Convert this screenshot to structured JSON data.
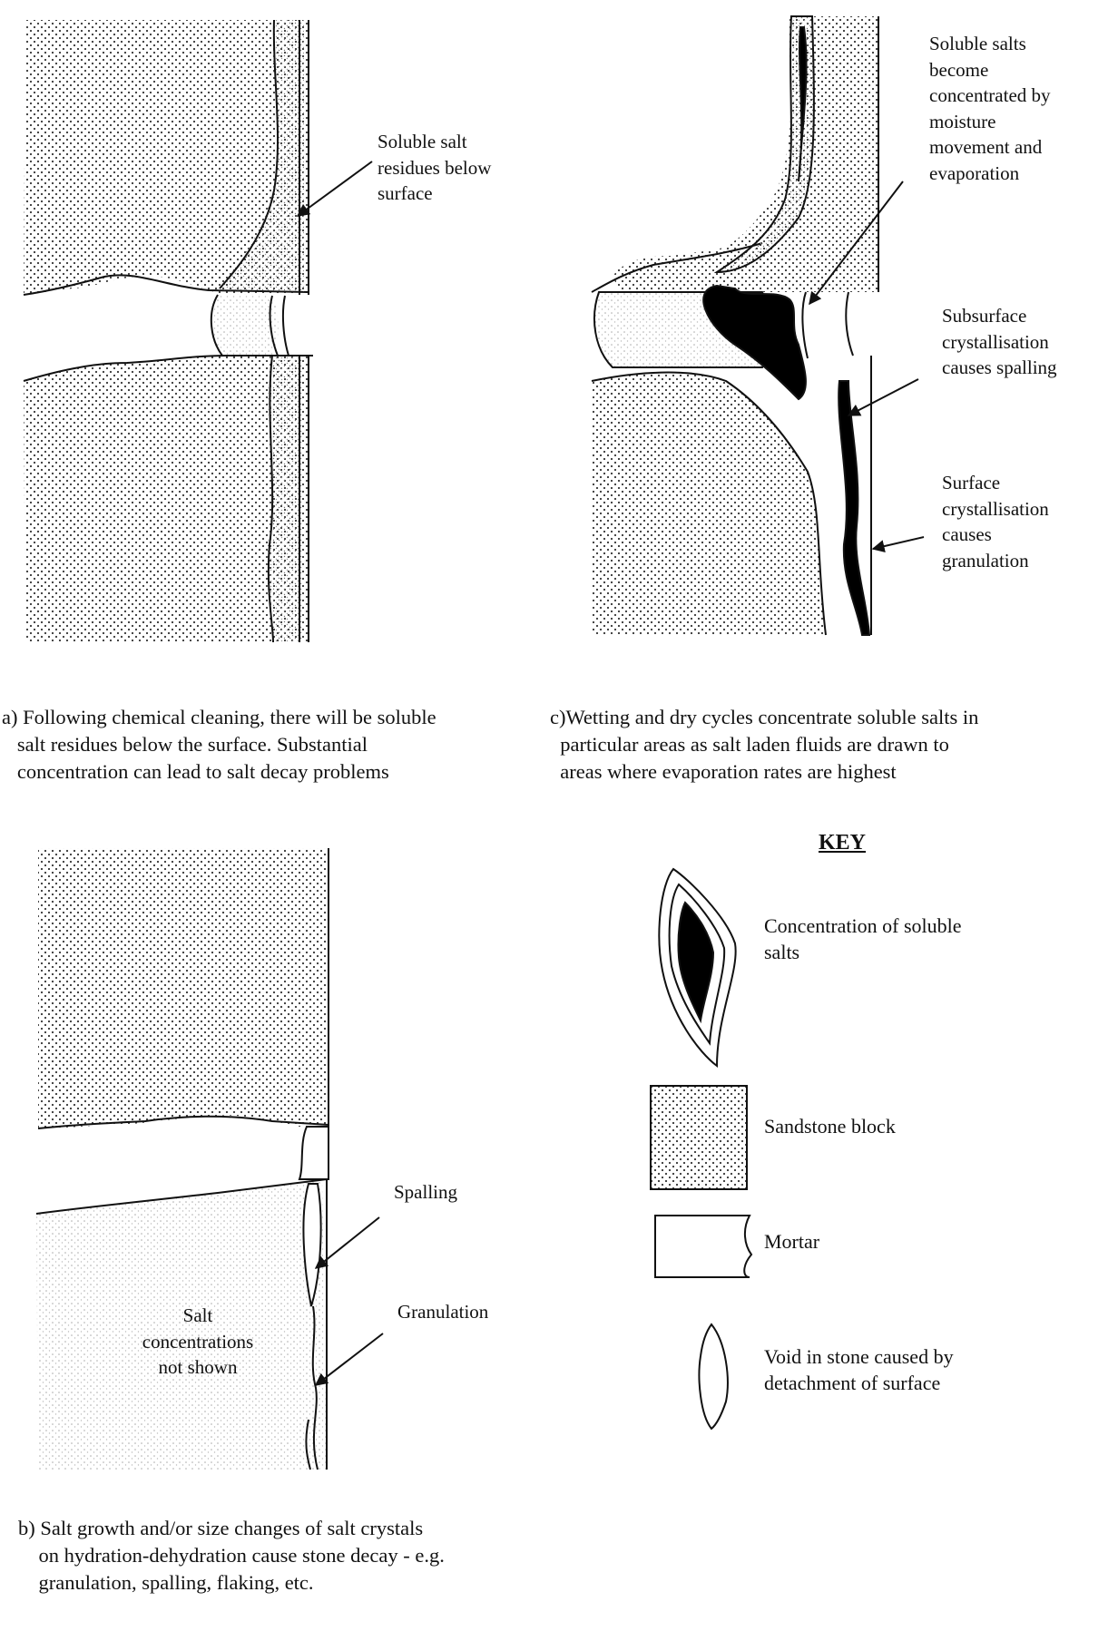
{
  "panel_a": {
    "label_residues": "Soluble salt\nresidues below\nsurface",
    "caption": "a) Following chemical cleaning, there will be soluble\n   salt residues below the surface. Substantial\n   concentration can lead to salt decay problems"
  },
  "panel_c": {
    "label_concentrated": "Soluble salts\nbecome\nconcentrated by\nmoisture\nmovement and\nevaporation",
    "label_subsurface": "Subsurface\ncrystallisation\ncauses spalling",
    "label_surface": "Surface\ncrystallisation\ncauses\ngranulation",
    "caption": "c)Wetting and dry cycles concentrate soluble salts in\n  particular areas as salt laden fluids are drawn to\n  areas where evaporation rates are highest"
  },
  "panel_b": {
    "label_spalling": "Spalling",
    "label_granulation": "Granulation",
    "label_not_shown": "Salt\nconcentrations\nnot shown",
    "caption": "b) Salt growth and/or size changes of salt crystals\n    on hydration-dehydration cause stone decay - e.g.\n    granulation, spalling, flaking, etc."
  },
  "key": {
    "title": "KEY",
    "items": [
      {
        "icon": "salt-concentration-icon",
        "label": "Concentration of soluble\nsalts"
      },
      {
        "icon": "sandstone-block-icon",
        "label": "Sandstone block"
      },
      {
        "icon": "mortar-icon",
        "label": "Mortar"
      },
      {
        "icon": "void-icon",
        "label": "Void in stone caused by\ndetachment of surface"
      }
    ]
  },
  "colors": {
    "ink": "#111111",
    "stipple": "#3a3a3a",
    "salt": "#000000"
  }
}
